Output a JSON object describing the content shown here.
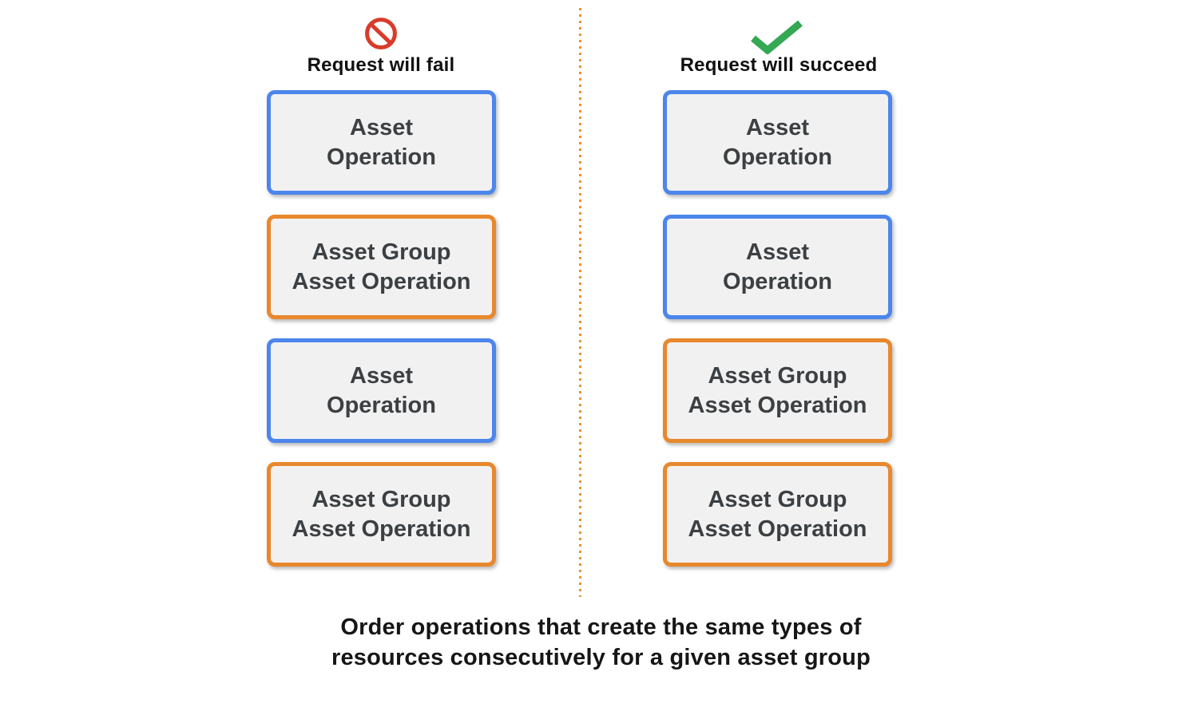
{
  "colors": {
    "blue-border": "#4c86ec",
    "orange-border": "#e8882d",
    "box-fill": "#f1f1f1",
    "box-text": "#3c4043",
    "title-text": "#111111",
    "fail-icon-red": "#d93b2b",
    "check-green": "#34a853",
    "divider-orange": "#e8932f"
  },
  "columns": [
    {
      "id": "fail",
      "icon": "prohibition-icon",
      "title": "Request will fail",
      "boxes": [
        {
          "type": "asset-operation",
          "label": "Asset\nOperation"
        },
        {
          "type": "asset-group-asset-operation",
          "label": "Asset Group\nAsset Operation"
        },
        {
          "type": "asset-operation",
          "label": "Asset\nOperation"
        },
        {
          "type": "asset-group-asset-operation",
          "label": "Asset Group\nAsset Operation"
        }
      ]
    },
    {
      "id": "succeed",
      "icon": "check-icon",
      "title": "Request will succeed",
      "boxes": [
        {
          "type": "asset-operation",
          "label": "Asset\nOperation"
        },
        {
          "type": "asset-operation",
          "label": "Asset\nOperation"
        },
        {
          "type": "asset-group-asset-operation",
          "label": "Asset Group\nAsset Operation"
        },
        {
          "type": "asset-group-asset-operation",
          "label": "Asset Group\nAsset Operation"
        }
      ]
    }
  ],
  "caption": "Order operations that create the same types of\nresources consecutively for a given asset group"
}
